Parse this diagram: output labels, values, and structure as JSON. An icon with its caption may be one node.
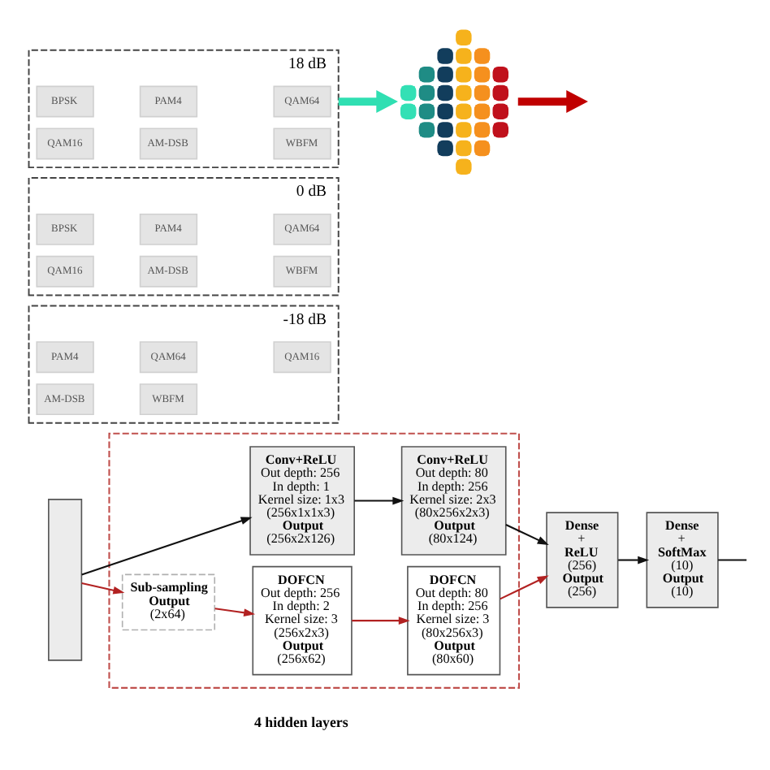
{
  "diagram": {
    "nodes": [
      {
        "text": [
          "-18 dB"
        ]
      },
      {
        "text": [
          "PAM4"
        ],
        "in": 0
      },
      {
        "text": [
          "QAM64"
        ],
        "in": 0
      },
      {
        "text": [
          "QAM16"
        ],
        "in": 0
      },
      {
        "text": [
          "AM-DSB"
        ],
        "in": 0
      },
      {
        "text": [
          "WBFM"
        ],
        "in": 0
      },
      {
        "text": [
          "0 dB"
        ]
      },
      {
        "text": [
          "BPSK"
        ],
        "in": 6
      },
      {
        "text": [
          "PAM4"
        ],
        "in": 6
      },
      {
        "text": [
          "QAM64"
        ],
        "in": 6
      },
      {
        "text": [
          "QAM16"
        ],
        "in": 6
      },
      {
        "text": [
          "AM-DSB"
        ],
        "in": 6
      },
      {
        "text": [
          "WBFM"
        ],
        "in": 6
      },
      {
        "text": [
          "18 dB"
        ]
      },
      {
        "text": [
          "BPSK"
        ],
        "in": 13
      },
      {
        "text": [
          "PAM4"
        ],
        "in": 13
      },
      {
        "text": [
          "QAM64"
        ],
        "in": 13
      },
      {
        "text": [
          "QAM16"
        ],
        "in": 13
      },
      {
        "text": [
          "AM-DSB"
        ],
        "in": 13
      },
      {
        "text": [
          "WBFM"
        ],
        "in": 13
      },
      {
        "text": [],
        "shape": "picture"
      },
      {
        "text": [],
        "shape": "box"
      },
      {
        "text": [],
        "shape": "box"
      },
      {
        "text": [
          "Conv+ReLU",
          "Out depth: 256",
          "In depth: 1",
          "Kernel size: 1x3",
          "(256x1x1x3)",
          "Output",
          "(256x2x126)"
        ],
        "in": 22
      },
      {
        "text": [
          "Conv+ReLU",
          "Out depth: 80",
          "In depth: 256",
          "Kernel size: 2x3",
          "(80x256x2x3)",
          "Output",
          "(80x124)"
        ],
        "in": 22
      },
      {
        "text": [
          "Sub-sampling",
          "Output",
          "(2x64)"
        ],
        "in": 22
      },
      {
        "text": [
          "DOFCN",
          "Out depth: 256",
          "In depth: 2",
          "Kernel size: 3",
          "(256x2x3)",
          "Output",
          "(256x62)"
        ],
        "in": 22
      },
      {
        "text": [
          "DOFCN",
          "Out depth: 80",
          "In depth: 256",
          "Kernel size: 3",
          "(80x256x3)",
          "Output",
          "(80x60)"
        ],
        "in": 22
      },
      {
        "text": [
          "Dense",
          "+",
          "ReLU",
          "(256)",
          "Output",
          "(256)"
        ]
      },
      {
        "text": [
          "Dense",
          "+",
          "SoftMax",
          "(10)",
          "Output",
          "(10)"
        ]
      }
    ],
    "edges": [
      {
        "from": 13,
        "to": 20,
        "arrow": "to",
        "style": "thick",
        "color": "#30dfb2"
      },
      {
        "from": 20,
        "to": null,
        "arrow": "to",
        "style": "thick",
        "color": "#c00000"
      },
      {
        "from": 21,
        "to": 23,
        "arrow": "to"
      },
      {
        "from": 21,
        "to": 25,
        "arrow": "to",
        "color": "#b22222"
      },
      {
        "from": 23,
        "to": 24,
        "arrow": "to"
      },
      {
        "from": 25,
        "to": 26,
        "arrow": "to",
        "color": "#b22222"
      },
      {
        "from": 26,
        "to": 27,
        "arrow": "to",
        "color": "#b22222"
      },
      {
        "from": 24,
        "to": 28,
        "arrow": "to"
      },
      {
        "from": 27,
        "to": 28,
        "arrow": "to",
        "color": "#b22222"
      },
      {
        "from": 28,
        "to": 29,
        "arrow": "to"
      },
      {
        "from": 29,
        "to": null,
        "arrow": "none"
      }
    ],
    "labels": [
      "4 hidden layers"
    ]
  }
}
